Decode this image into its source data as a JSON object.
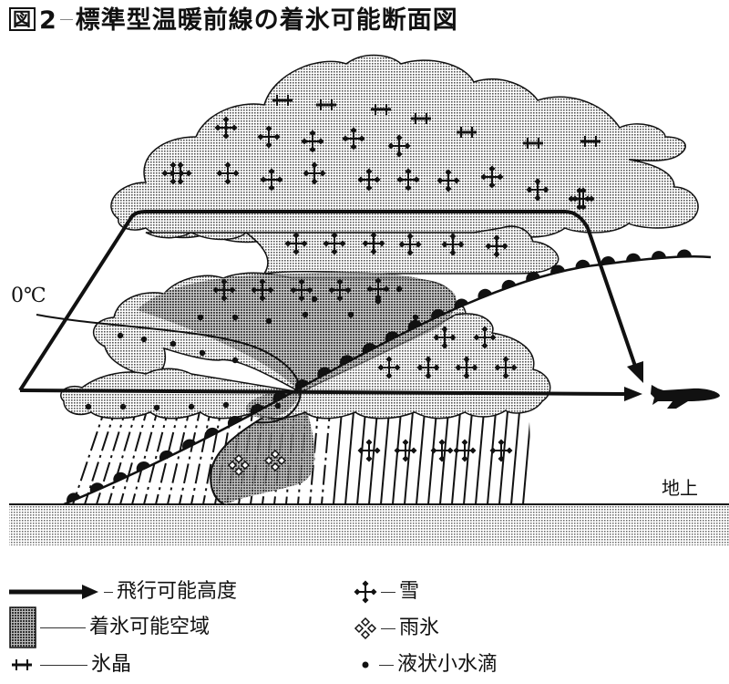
{
  "title": {
    "figure_label": "図",
    "figure_number": "2",
    "text": "標準型温暖前線の着氷可能断面図"
  },
  "diagram_labels": {
    "freezing_level": "0℃",
    "ground": "地上"
  },
  "symbols": {
    "ice_crystal_count_upper": 7,
    "snow_count_upper": 17,
    "snow_count_mid": 6,
    "snow_count_icing_zone": 5,
    "snow_count_warm_sector": 6,
    "snow_count_precip": 5,
    "sleet_count": 2,
    "droplet_count_left_cloud": 11,
    "droplet_count_icing_zone": 9
  },
  "legend": {
    "items": [
      {
        "symbol": "arrow",
        "label": "飛行可能高度"
      },
      {
        "symbol": "stipple-box",
        "label": "着氷可能空域"
      },
      {
        "symbol": "ice-crystal",
        "label": "氷晶"
      },
      {
        "symbol": "snow",
        "label": "雪"
      },
      {
        "symbol": "sleet",
        "label": "雨氷"
      },
      {
        "symbol": "droplet",
        "label": "液状小水滴"
      }
    ]
  },
  "colors": {
    "ink": "#111111",
    "background": "#ffffff",
    "cloud_fill": "#c8c8c8",
    "icing_fill": "#8a8a8a",
    "ground_fill": "#bdbdbd"
  }
}
